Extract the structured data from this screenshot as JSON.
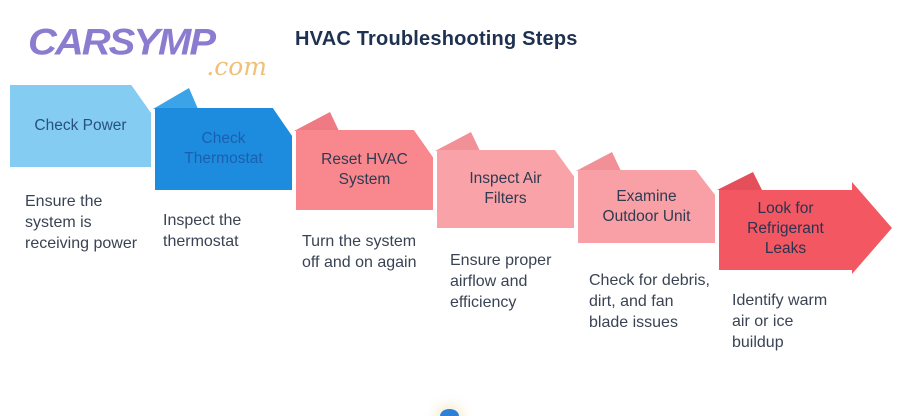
{
  "logo": {
    "brand": "CARSYMP",
    "tld": ".com",
    "brand_color": "#8C7CD0",
    "tld_color": "#F0C077"
  },
  "title": "HVAC Troubleshooting Steps",
  "title_color": "#1E3150",
  "description_color": "#3A4353",
  "steps": [
    {
      "label": "Check Power",
      "description": "Ensure the\nsystem is\nreceiving power",
      "band_color": "#85CCF2",
      "label_color": "#27517E",
      "fold_color": null
    },
    {
      "label": "Check\nThermostat",
      "description": "Inspect the\nthermostat",
      "band_color": "#1E8CDE",
      "label_color": "#1A5FB0",
      "fold_color": "#3BA3E8"
    },
    {
      "label": "Reset HVAC\nSystem",
      "description": "Turn the system\noff and on again",
      "band_color": "#F8878E",
      "label_color": "#303A50",
      "fold_color": "#EF7A84"
    },
    {
      "label": "Inspect Air\nFilters",
      "description": "Ensure proper\nairflow and\nefficiency",
      "band_color": "#F9A2A8",
      "label_color": "#303A50",
      "fold_color": "#F29098"
    },
    {
      "label": "Examine\nOutdoor Unit",
      "description": "Check for debris,\ndirt, and fan\nblade issues",
      "band_color": "#F8A0A6",
      "label_color": "#303A50",
      "fold_color": "#F29098"
    },
    {
      "label": "Look for\nRefrigerant\nLeaks",
      "description": "Identify warm\nair or ice\nbuildup",
      "band_color": "#F25762",
      "label_color": "#2A3450",
      "fold_color": "#E44F5B"
    }
  ],
  "footer_dot_color": "#2E7FD6"
}
